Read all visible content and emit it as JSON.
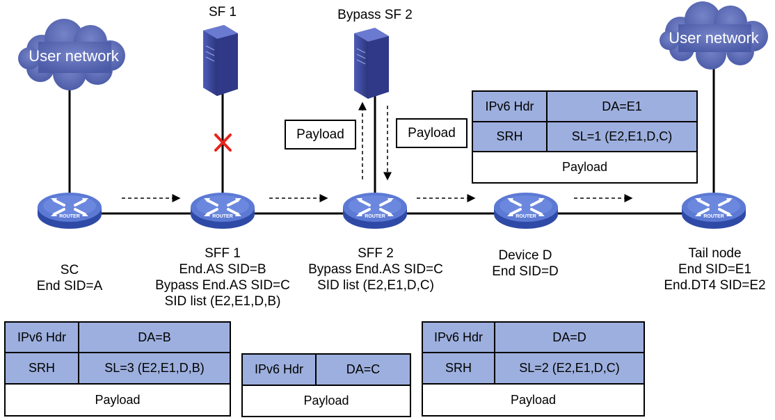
{
  "clouds": {
    "left": "User network",
    "right": "User network"
  },
  "servers": {
    "sf1": "SF 1",
    "sf2": "Bypass SF 2"
  },
  "payload_label": "Payload",
  "nodes": {
    "sc": [
      "SC",
      "End SID=A"
    ],
    "sff1": [
      "SFF 1",
      "End.AS SID=B",
      "Bypass End.AS SID=C",
      "SID list (E2,E1,D,B)"
    ],
    "sff2": [
      "SFF 2",
      "Bypass End.AS SID=C",
      "SID list (E2,E1,D,C)"
    ],
    "devd": [
      "Device D",
      "End SID=D"
    ],
    "tail": [
      "Tail node",
      "End SID=E1",
      "End.DT4 SID=E2"
    ]
  },
  "router_badge": "ROUTER",
  "packets": {
    "p1": {
      "hdr": "IPv6 Hdr",
      "da": "DA=B",
      "srh": "SRH",
      "sl": "SL=3 (E2,E1,D,B)",
      "payload": "Payload"
    },
    "p2": {
      "hdr": "IPv6 Hdr",
      "da": "DA=C",
      "payload": "Payload"
    },
    "p3": {
      "hdr": "IPv6 Hdr",
      "da": "DA=D",
      "srh": "SRH",
      "sl": "SL=2 (E2,E1,D,C)",
      "payload": "Payload"
    },
    "p4": {
      "hdr": "IPv6 Hdr",
      "da": "DA=E1",
      "srh": "SRH",
      "sl": "SL=1 (E2,E1,D,C)",
      "payload": "Payload"
    }
  },
  "colors": {
    "header_fill": "#9dafde",
    "cloud_fill": "#5a6ab4",
    "router_fill": "#4a66c2",
    "server_fill": "#3c4a9e",
    "failure_mark": "#e8231c"
  }
}
